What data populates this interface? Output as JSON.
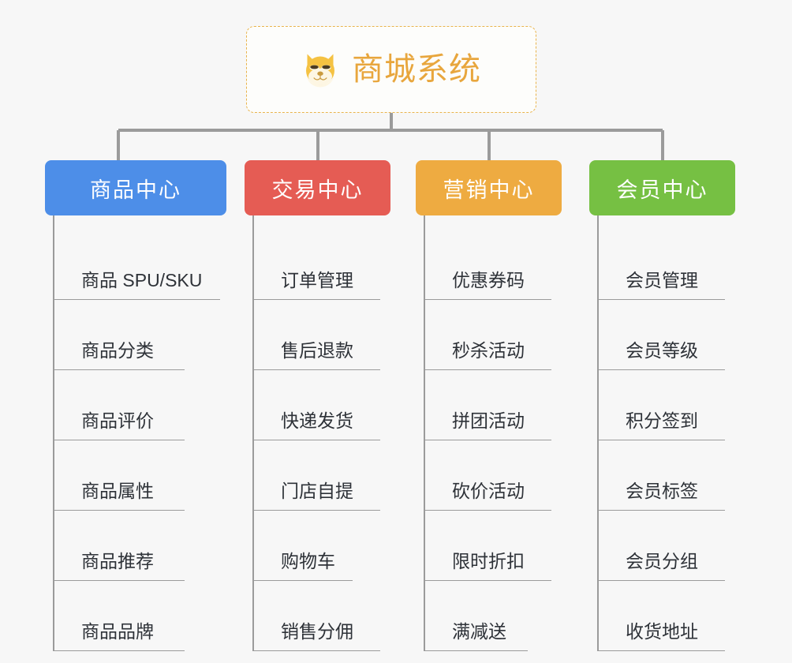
{
  "root": {
    "title": "商城系统",
    "icon": "dog-face-icon",
    "border_color": "#e9b44c",
    "title_color": "#e8a63d",
    "background": "#fdfdfb"
  },
  "canvas": {
    "background": "#f7f7f7",
    "connector_color": "#9b9b9b"
  },
  "branches": [
    {
      "label": "商品中心",
      "color": "#4d8ee8",
      "items": [
        "商品 SPU/SKU",
        "商品分类",
        "商品评价",
        "商品属性",
        "商品推荐",
        "商品品牌"
      ]
    },
    {
      "label": "交易中心",
      "color": "#e55c54",
      "items": [
        "订单管理",
        "售后退款",
        "快递发货",
        "门店自提",
        "购物车",
        "销售分佣"
      ]
    },
    {
      "label": "营销中心",
      "color": "#eeab41",
      "items": [
        "优惠券码",
        "秒杀活动",
        "拼团活动",
        "砍价活动",
        "限时折扣",
        "满减送"
      ]
    },
    {
      "label": "会员中心",
      "color": "#76c043",
      "items": [
        "会员管理",
        "会员等级",
        "积分签到",
        "会员标签",
        "会员分组",
        "收货地址"
      ]
    }
  ]
}
